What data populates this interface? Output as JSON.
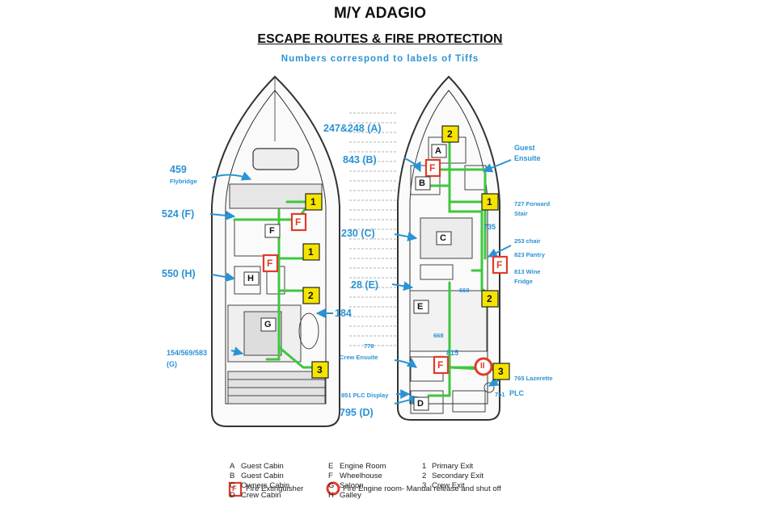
{
  "title": "M/Y ADAGIO",
  "subtitle": "ESCAPE ROUTES & FIRE PROTECTION",
  "note": "Numbers correspond to labels of Tiffs",
  "colors": {
    "route": "#3ec73e",
    "arrow": "#2a93d5",
    "exit": "#f5e400",
    "extinguisher": "#e23a2a",
    "hull": "#333333"
  },
  "left_deck": {
    "exit_badges": [
      "1",
      "1",
      "2",
      "3"
    ],
    "extinguishers": [
      "F",
      "F"
    ],
    "rooms": [
      "F",
      "H",
      "G"
    ],
    "labels": {
      "l459": "459",
      "flybridge": "Flybridge",
      "l524": "524 (F)",
      "l550": "550 (H)",
      "l184": "184",
      "l154": "154/569/583",
      "l154g": "(G)"
    }
  },
  "right_deck": {
    "exit_badges": [
      "2",
      "1",
      "2",
      "3"
    ],
    "extinguishers": [
      "F",
      "F",
      "F"
    ],
    "rooms": [
      "A",
      "B",
      "C",
      "E",
      "D"
    ],
    "labels": {
      "l247": "247&248 (A)",
      "l843": "843 (B)",
      "l230": "230 (C)",
      "l28": "28 (E)",
      "l795": "795 (D)",
      "guest": "Guest",
      "ensuite": "Ensuite",
      "l727": "727 Forward",
      "stair": "Stair",
      "l735": "735",
      "l253": "253 chair",
      "l823": "823 Pantry",
      "l813": "813 Wine",
      "fridge": "Fridge",
      "l660": "660",
      "l668": "668",
      "l778": "778",
      "crew": "Crew Ensuite",
      "l815": "815",
      "l765": "765 Lazerette",
      "l851": "851 PLC Display",
      "l751": "751",
      "plc": "PLC",
      "fire_engine_mark": "II"
    }
  },
  "legend": {
    "rooms": [
      {
        "k": "A",
        "v": "Guest Cabin"
      },
      {
        "k": "B",
        "v": "Guest Cabin"
      },
      {
        "k": "C",
        "v": "Owners Cabin"
      },
      {
        "k": "D",
        "v": "Crew Cabin"
      },
      {
        "k": "E",
        "v": "Engine Room"
      },
      {
        "k": "F",
        "v": "Wheelhouse"
      },
      {
        "k": "G",
        "v": "Saloon"
      },
      {
        "k": "H",
        "v": "Galley"
      }
    ],
    "exits": [
      {
        "k": "1",
        "v": "Primary Exit"
      },
      {
        "k": "2",
        "v": "Secondary Exit"
      },
      {
        "k": "3",
        "v": "Crew Exit"
      }
    ],
    "extinguisher_letter": "F",
    "extinguisher_label": "Fire Extinguisher",
    "fire_engine_label": "Fire Engine room- Manual release and shut off"
  }
}
